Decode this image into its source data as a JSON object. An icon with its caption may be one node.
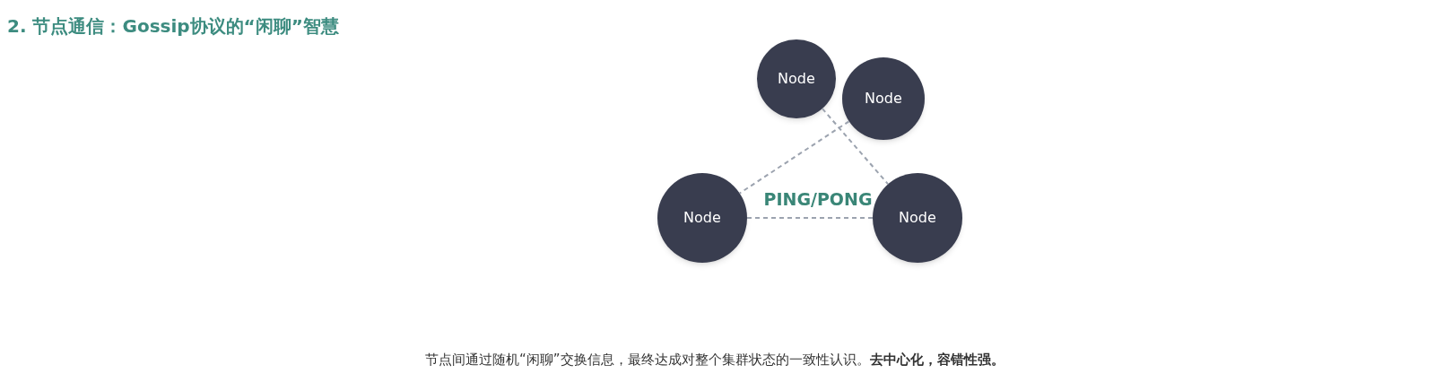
{
  "diagram": {
    "title": "2. 节点通信：Gossip协议的“闲聊”智慧",
    "nodes": [
      {
        "text": [
          "Node"
        ]
      },
      {
        "text": [
          "Node"
        ]
      },
      {
        "text": [
          "Node"
        ]
      },
      {
        "text": [
          "Node"
        ]
      }
    ],
    "edges": [
      {
        "from": 0,
        "to": 3,
        "arrow": "none",
        "style": "dashed"
      },
      {
        "from": 1,
        "to": 2,
        "arrow": "none",
        "style": "dashed"
      },
      {
        "from": 2,
        "to": 3,
        "arrow": "none",
        "style": "dashed"
      }
    ],
    "labels": [
      "PING/PONG"
    ],
    "caption": "节点间通过随机“闲聊”交换信息，最终达成对整个集群状态的一致性认识。**去中心化，容错性强。**"
  }
}
